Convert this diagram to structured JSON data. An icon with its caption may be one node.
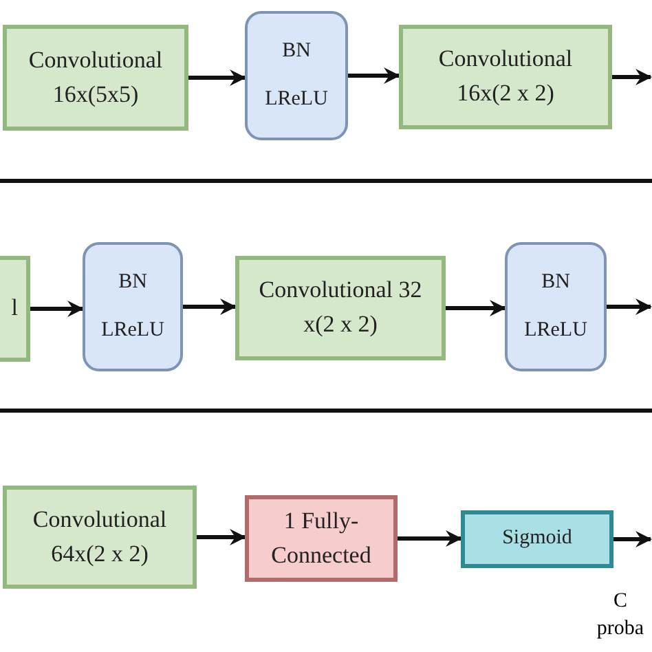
{
  "diagram": {
    "nodes": [
      {
        "text": [
          "Convolutional 16x(5x5)"
        ]
      },
      {
        "text": [
          "BN",
          "LReLU"
        ]
      },
      {
        "text": [
          "Convolutional 16x(2 x 2)"
        ]
      },
      {
        "text": [
          "l"
        ]
      },
      {
        "text": [
          "BN",
          "LReLU"
        ]
      },
      {
        "text": [
          "Convolutional 32 x(2 x 2)"
        ]
      },
      {
        "text": [
          "BN",
          "LReLU"
        ]
      },
      {
        "text": [
          "Convolutional 64x(2 x 2)"
        ]
      },
      {
        "text": [
          "1 Fully-Connected"
        ]
      },
      {
        "text": [
          "Sigmoid"
        ]
      }
    ],
    "edges": [
      {
        "from": 0,
        "to": 1,
        "arrow": "to"
      },
      {
        "from": 1,
        "to": 2,
        "arrow": "to"
      },
      {
        "from": 2,
        "to": null,
        "arrow": "to"
      },
      {
        "from": 3,
        "to": 4,
        "arrow": "to"
      },
      {
        "from": 4,
        "to": 5,
        "arrow": "to"
      },
      {
        "from": 5,
        "to": 6,
        "arrow": "to"
      },
      {
        "from": 6,
        "to": null,
        "arrow": "to"
      },
      {
        "from": 7,
        "to": 8,
        "arrow": "to"
      },
      {
        "from": 8,
        "to": 9,
        "arrow": "to"
      },
      {
        "from": 9,
        "to": null,
        "arrow": "to"
      }
    ],
    "labels": [
      "C proba"
    ]
  }
}
